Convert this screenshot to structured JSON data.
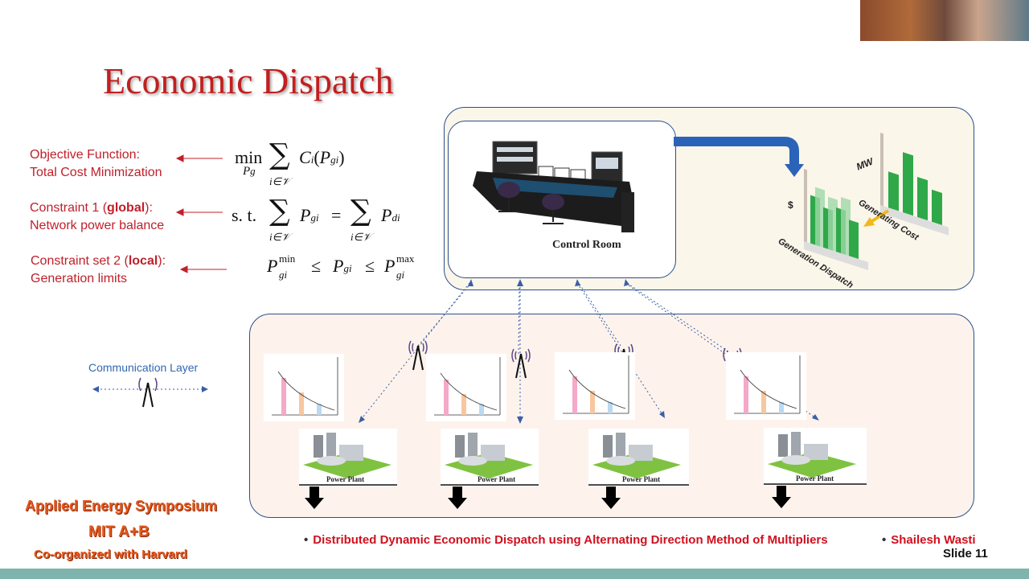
{
  "title": "Economic Dispatch",
  "formulation": {
    "objective": {
      "label_line1": "Objective Function:",
      "label_line2": "Total Cost Minimization"
    },
    "constraint1": {
      "label_pre": "Constraint 1 (",
      "label_bold": "global",
      "label_post": "):",
      "label_line2": "Network power balance"
    },
    "constraint2": {
      "label_pre": "Constraint set 2 (",
      "label_bold": "local",
      "label_post": "):",
      "label_line2": "Generation limits"
    },
    "math": {
      "min": "min",
      "Pg": "P",
      "g": "g",
      "sum_index": "i∈𝒱",
      "Ci": "C",
      "i": "i",
      "Pgi": "P",
      "gi": "gi",
      "open": "(",
      "close": ")",
      "st": "s. t.",
      "equals": "=",
      "Pdi": "P",
      "di": "di",
      "leq": "≤",
      "min_sup": "min",
      "max_sup": "max"
    }
  },
  "diagram": {
    "control_room_label": "Control Room",
    "generation_dispatch_label": "Generation Dispatch",
    "generating_cost_label": "Generating Cost",
    "mw_label": "MW",
    "dollar_label": "$",
    "power_plant_label": "Power Plant",
    "communication_layer_label": "Communication Layer"
  },
  "symposium": {
    "line1": "Applied Energy Symposium",
    "line2": "MIT A+B",
    "line3": "Co-organized with Harvard"
  },
  "footer": {
    "bullet": "•",
    "reference": "Distributed Dynamic Economic Dispatch using Alternating Direction Method of Multipliers",
    "author": "Shailesh Wasti",
    "slide_number": "Slide 11"
  },
  "colors": {
    "title": "#c21f1f",
    "accent_red": "#c0202a",
    "panel_border": "#2c4f8c",
    "green": "#2fa84a",
    "footer_bar": "#7fb3ad",
    "symposium": "#e3571b"
  }
}
